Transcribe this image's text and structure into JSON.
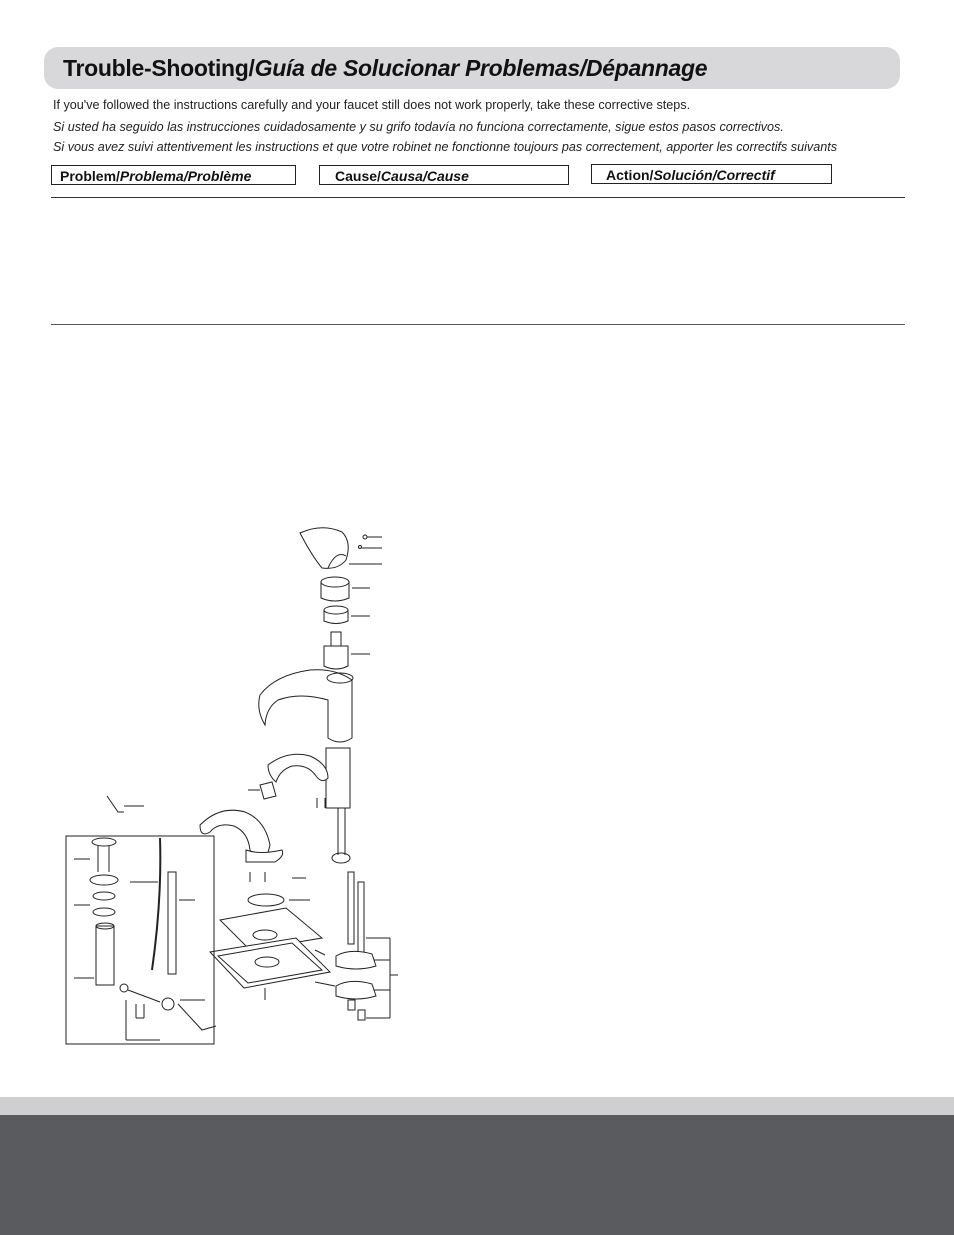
{
  "title": {
    "main": "Trouble-Shooting/",
    "italic": "Guía de Solucionar Problemas/Dépannage"
  },
  "intro": {
    "en": "If you've followed the instructions carefully and your faucet still does not work properly, take these corrective steps.",
    "es": "Si usted ha seguido las instrucciones cuidadosamente y su grifo todavía no funciona correctamente, sigue estos pasos correctivos.",
    "fr": "Si vous avez suivi attentivement les instructions et que votre robinet ne fonctionne toujours pas correctement, apporter les correctifs suivants"
  },
  "headers": {
    "problem": {
      "main": "Problem/",
      "italic": "Problema/Problème"
    },
    "cause": {
      "main": "Cause/",
      "italic": "Causa/Cause"
    },
    "action": {
      "main": "Action/",
      "italic": "Solución/Correctif"
    }
  },
  "colors": {
    "title_bar": "#d8d8da",
    "footer_light": "#cfcfd1",
    "footer_dark": "#5a5b5e"
  }
}
